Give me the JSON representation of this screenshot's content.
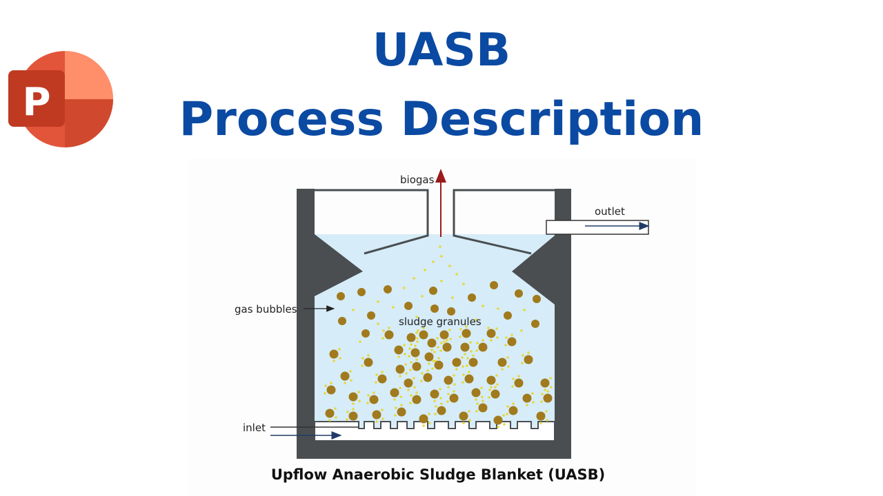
{
  "header": {
    "title_line1": "UASB",
    "title_line2": "Process Description"
  },
  "logo": {
    "letter": "P",
    "icon": "powerpoint-logo"
  },
  "diagram": {
    "labels": {
      "biogas": "biogas",
      "outlet": "outlet",
      "gas_bubbles": "gas bubbles",
      "sludge_granules": "sludge granules",
      "inlet": "inlet"
    },
    "caption": "Upflow Anaerobic Sludge Blanket (UASB)"
  },
  "colors": {
    "title": "#0b4aa2",
    "wall": "#4a4e51",
    "water": "#d6ecf8",
    "granule": "#a07a1c",
    "bubble": "#e6d83a",
    "biogas_arrow": "#9a1b1b",
    "flow_arrow": "#1f3b66"
  }
}
